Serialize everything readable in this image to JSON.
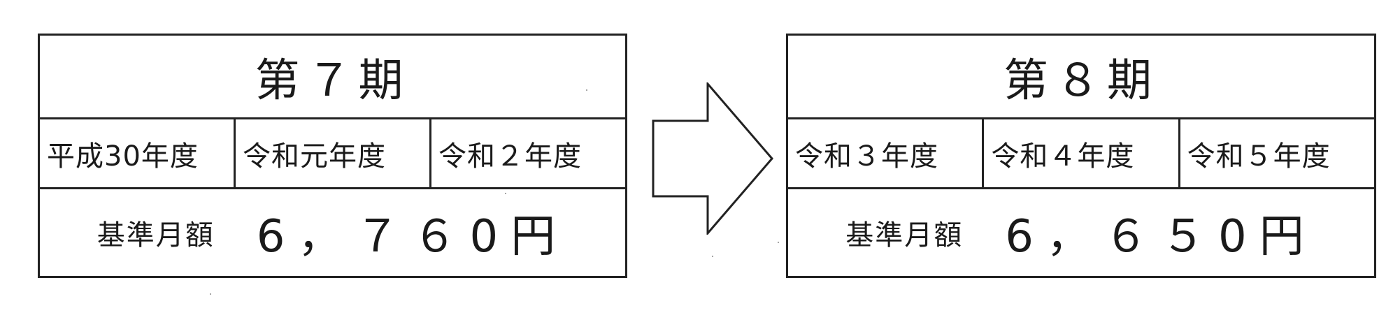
{
  "periods": [
    {
      "title": "第７期",
      "years": [
        "平成30年度",
        "令和元年度",
        "令和２年度"
      ],
      "amount_label": "基準月額",
      "amount_value": "6，７６0円"
    },
    {
      "title": "第８期",
      "years": [
        "令和３年度",
        "令和４年度",
        "令和５年度"
      ],
      "amount_label": "基準月額",
      "amount_value": "6，６５0円"
    }
  ],
  "arrow_icon": "right-arrow-icon"
}
